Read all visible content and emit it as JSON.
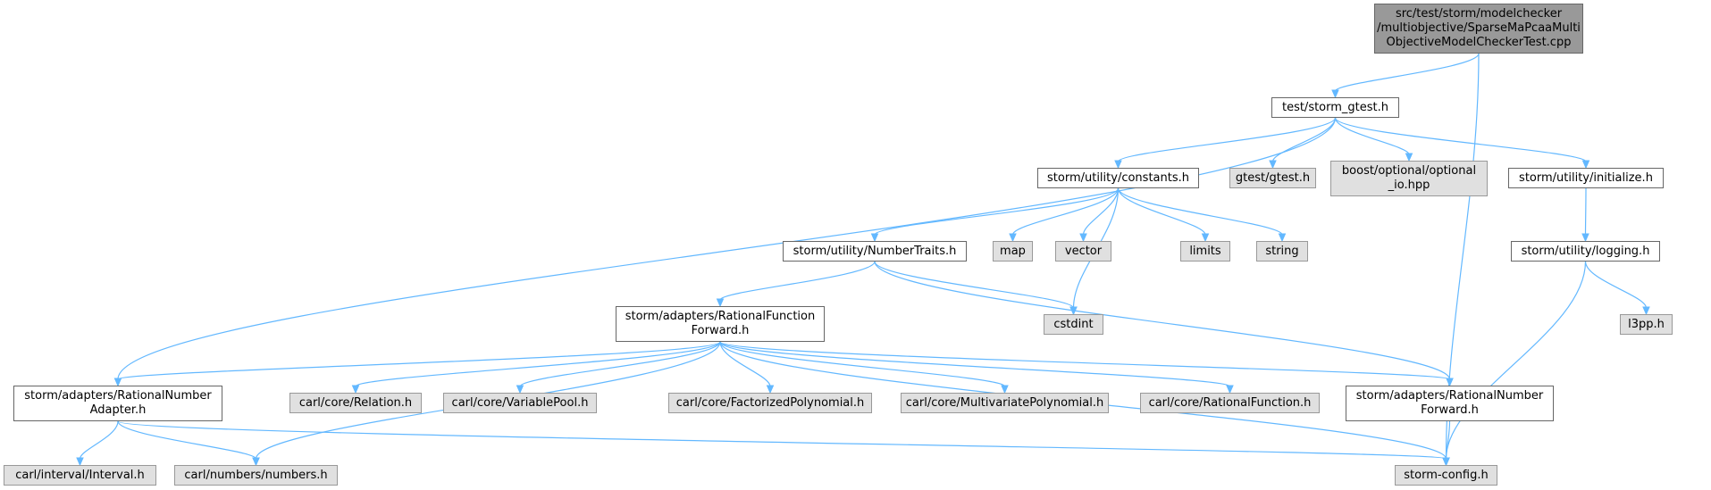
{
  "colors": {
    "edge": "#63b8ff",
    "root_fill": "#999999",
    "external_fill": "#e0e0e0",
    "node_border": "#666666"
  },
  "nodes": [
    {
      "id": "root",
      "kind": "root",
      "lines": [
        "src/test/storm/modelchecker",
        "/multiobjective/SparseMaPcaaMulti",
        "ObjectiveModelCheckerTest.cpp"
      ]
    },
    {
      "id": "gtest",
      "kind": "file",
      "lines": [
        "test/storm_gtest.h"
      ]
    },
    {
      "id": "constants",
      "kind": "file",
      "lines": [
        "storm/utility/constants.h"
      ]
    },
    {
      "id": "gtestgtest",
      "kind": "ext",
      "lines": [
        "gtest/gtest.h"
      ]
    },
    {
      "id": "boostopt",
      "kind": "ext",
      "lines": [
        "boost/optional/optional",
        "_io.hpp"
      ]
    },
    {
      "id": "initialize",
      "kind": "file",
      "lines": [
        "storm/utility/initialize.h"
      ]
    },
    {
      "id": "numbertraits",
      "kind": "file",
      "lines": [
        "storm/utility/NumberTraits.h"
      ]
    },
    {
      "id": "map",
      "kind": "ext",
      "lines": [
        "map"
      ]
    },
    {
      "id": "vector",
      "kind": "ext",
      "lines": [
        "vector"
      ]
    },
    {
      "id": "limits",
      "kind": "ext",
      "lines": [
        "limits"
      ]
    },
    {
      "id": "string",
      "kind": "ext",
      "lines": [
        "string"
      ]
    },
    {
      "id": "logging",
      "kind": "file",
      "lines": [
        "storm/utility/logging.h"
      ]
    },
    {
      "id": "cstdint",
      "kind": "ext",
      "lines": [
        "cstdint"
      ]
    },
    {
      "id": "l3pp",
      "kind": "ext",
      "lines": [
        "l3pp.h"
      ]
    },
    {
      "id": "rff",
      "kind": "file",
      "lines": [
        "storm/adapters/RationalFunction",
        "Forward.h"
      ]
    },
    {
      "id": "rna",
      "kind": "file",
      "lines": [
        "storm/adapters/RationalNumber",
        "Adapter.h"
      ]
    },
    {
      "id": "relation",
      "kind": "ext",
      "lines": [
        "carl/core/Relation.h"
      ]
    },
    {
      "id": "varpool",
      "kind": "ext",
      "lines": [
        "carl/core/VariablePool.h"
      ]
    },
    {
      "id": "factpoly",
      "kind": "ext",
      "lines": [
        "carl/core/FactorizedPolynomial.h"
      ]
    },
    {
      "id": "multipoly",
      "kind": "ext",
      "lines": [
        "carl/core/MultivariatePolynomial.h"
      ]
    },
    {
      "id": "ratfunc",
      "kind": "ext",
      "lines": [
        "carl/core/RationalFunction.h"
      ]
    },
    {
      "id": "rnf",
      "kind": "file",
      "lines": [
        "storm/adapters/RationalNumber",
        "Forward.h"
      ]
    },
    {
      "id": "interval",
      "kind": "ext",
      "lines": [
        "carl/interval/Interval.h"
      ]
    },
    {
      "id": "numbers",
      "kind": "ext",
      "lines": [
        "carl/numbers/numbers.h"
      ]
    },
    {
      "id": "config",
      "kind": "ext",
      "lines": [
        "storm-config.h"
      ]
    }
  ],
  "edges": [
    [
      "root",
      "gtest"
    ],
    [
      "root",
      "config"
    ],
    [
      "gtest",
      "rna"
    ],
    [
      "gtest",
      "constants"
    ],
    [
      "gtest",
      "gtestgtest"
    ],
    [
      "gtest",
      "boostopt"
    ],
    [
      "gtest",
      "initialize"
    ],
    [
      "constants",
      "numbertraits"
    ],
    [
      "constants",
      "map"
    ],
    [
      "constants",
      "vector"
    ],
    [
      "constants",
      "cstdint"
    ],
    [
      "constants",
      "limits"
    ],
    [
      "constants",
      "string"
    ],
    [
      "initialize",
      "logging"
    ],
    [
      "logging",
      "config"
    ],
    [
      "logging",
      "l3pp"
    ],
    [
      "numbertraits",
      "rff"
    ],
    [
      "numbertraits",
      "cstdint"
    ],
    [
      "numbertraits",
      "rnf"
    ],
    [
      "rff",
      "rna"
    ],
    [
      "rff",
      "numbers"
    ],
    [
      "rff",
      "relation"
    ],
    [
      "rff",
      "varpool"
    ],
    [
      "rff",
      "factpoly"
    ],
    [
      "rff",
      "multipoly"
    ],
    [
      "rff",
      "ratfunc"
    ],
    [
      "rff",
      "rnf"
    ],
    [
      "rff",
      "config"
    ],
    [
      "rna",
      "interval"
    ],
    [
      "rna",
      "numbers"
    ],
    [
      "rna",
      "config"
    ],
    [
      "rnf",
      "config"
    ]
  ]
}
